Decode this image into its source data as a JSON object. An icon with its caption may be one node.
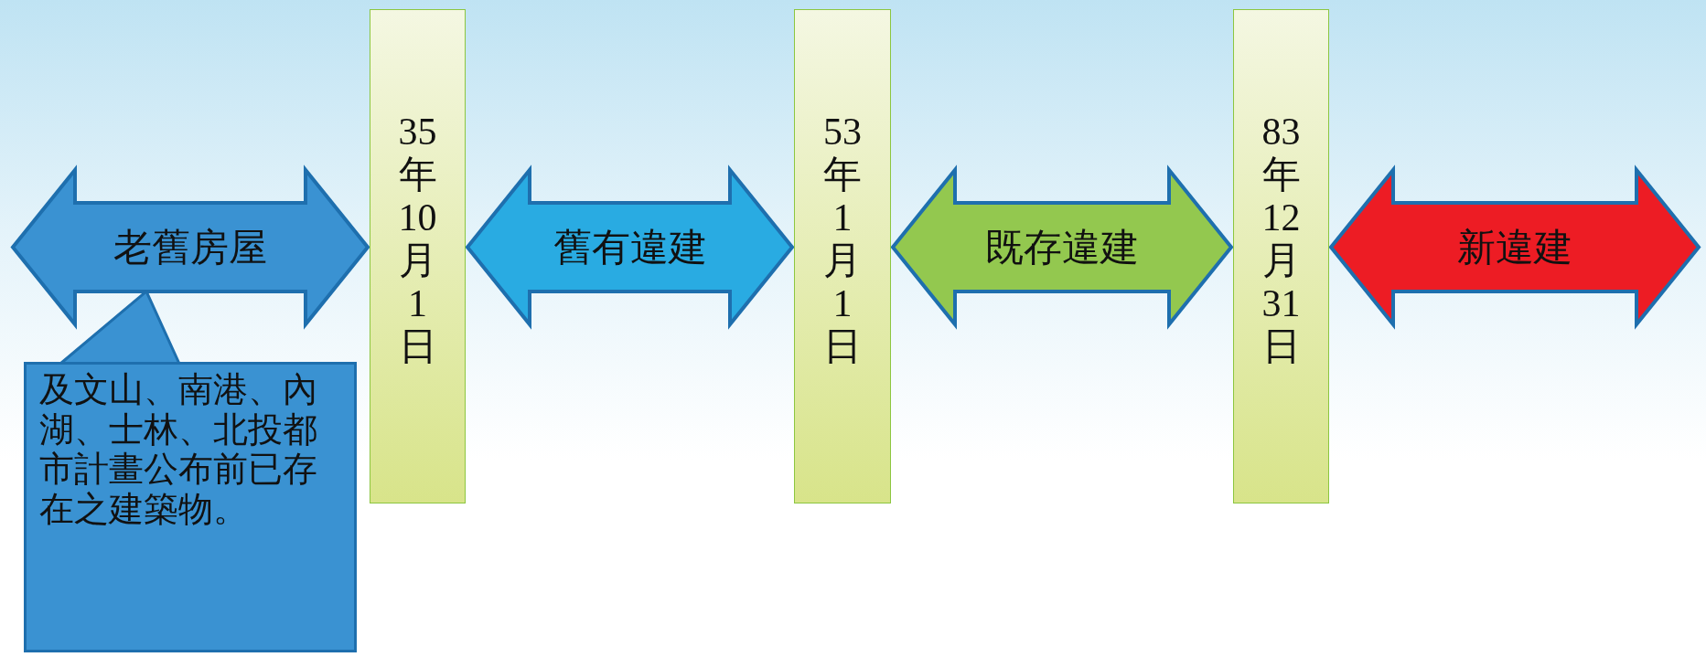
{
  "diagram": {
    "nodes": [
      {
        "text": [
          "35年10月1日"
        ]
      },
      {
        "text": [
          "53年1月1日"
        ]
      },
      {
        "text": [
          "83年12月31日"
        ]
      },
      {
        "text": [
          "及文山、南港、內湖、士林、北投都市計畫公布前已存在之建築物。"
        ]
      }
    ],
    "edges": [
      {
        "from": null,
        "to": 0,
        "arrow": "both",
        "label": "老舊房屋",
        "color": "#3a92d2"
      },
      {
        "from": 0,
        "to": 1,
        "arrow": "both",
        "label": "舊有違建",
        "color": "#29abe2"
      },
      {
        "from": 1,
        "to": 2,
        "arrow": "both",
        "label": "既存違建",
        "color": "#93c84f"
      },
      {
        "from": 2,
        "to": null,
        "arrow": "both",
        "label": "新違建",
        "color": "#ed1c24"
      },
      {
        "from": 3,
        "to": null,
        "arrow": "none"
      }
    ]
  }
}
